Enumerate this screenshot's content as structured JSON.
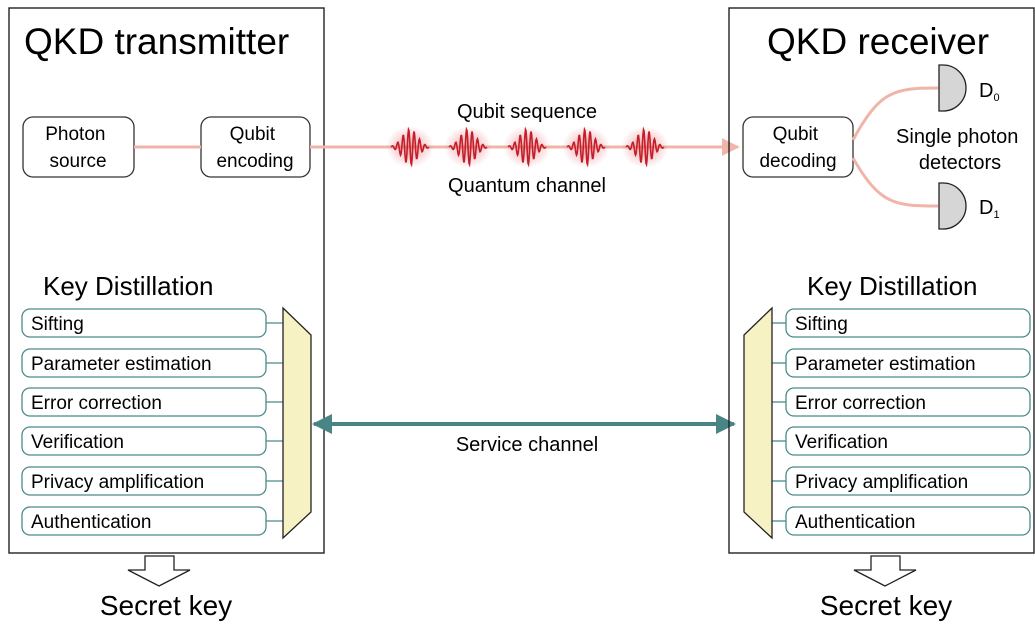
{
  "transmitter": {
    "title": "QKD transmitter",
    "photon_source": [
      "Photon",
      "source"
    ],
    "qubit_encoding": [
      "Qubit",
      "encoding"
    ],
    "key_distillation_title": "Key Distillation",
    "steps": [
      "Sifting",
      "Parameter estimation",
      "Error correction",
      "Verification",
      "Privacy amplification",
      "Authentication"
    ],
    "output": "Secret key"
  },
  "receiver": {
    "title": "QKD receiver",
    "qubit_decoding": [
      "Qubit",
      "decoding"
    ],
    "detectors_label": [
      "Single photon",
      "detectors"
    ],
    "detector_0": "D",
    "detector_0_sub": "0",
    "detector_1": "D",
    "detector_1_sub": "1",
    "key_distillation_title": "Key Distillation",
    "steps": [
      "Sifting",
      "Parameter estimation",
      "Error correction",
      "Verification",
      "Privacy amplification",
      "Authentication"
    ],
    "output": "Secret key"
  },
  "channels": {
    "qubit_sequence": "Qubit sequence",
    "quantum_channel": "Quantum channel",
    "service_channel": "Service channel"
  },
  "colors": {
    "box_border": "#4a8a8a",
    "service_arrow": "#4a8585",
    "quantum_line": "#f0b5a8",
    "pulse": "#c41e2a",
    "combiner_fill": "#f7f2c4",
    "detector_fill": "#d6d6d6"
  }
}
